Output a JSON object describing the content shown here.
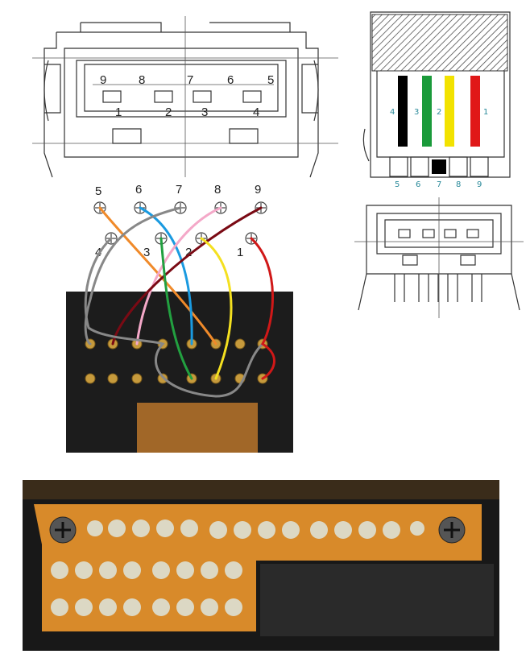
{
  "front_view": {
    "upper_pin_labels": [
      "9",
      "8",
      "7",
      "6",
      "5"
    ],
    "lower_pin_labels": [
      "1",
      "2",
      "3",
      "4"
    ]
  },
  "side_view": {
    "wire_labels": [
      "4",
      "3",
      "2",
      "1"
    ],
    "bottom_labels": [
      "5",
      "6",
      "7",
      "8",
      "9"
    ],
    "wire_colors": [
      "#000000",
      "#1a9a3a",
      "#f2e200",
      "#e01818"
    ]
  },
  "wiring": {
    "top_row_labels": [
      "5",
      "6",
      "7",
      "8",
      "9"
    ],
    "bottom_row_labels": [
      "4",
      "3",
      "2",
      "1"
    ],
    "wire_colors": {
      "pin5": "#f08a2a",
      "pin6": "#1a9ae0",
      "pin7": "#888888",
      "pin8": "#f4a8c8",
      "pin9": "#7a0a14",
      "pin4": "#888888",
      "pin3": "#22a040",
      "pin2": "#f4e020",
      "pin1": "#d01818"
    }
  },
  "colors": {
    "board_orange": "#d88a2a",
    "pad_color": "#dcd8c4",
    "background_dark": "#1a1a1a"
  }
}
